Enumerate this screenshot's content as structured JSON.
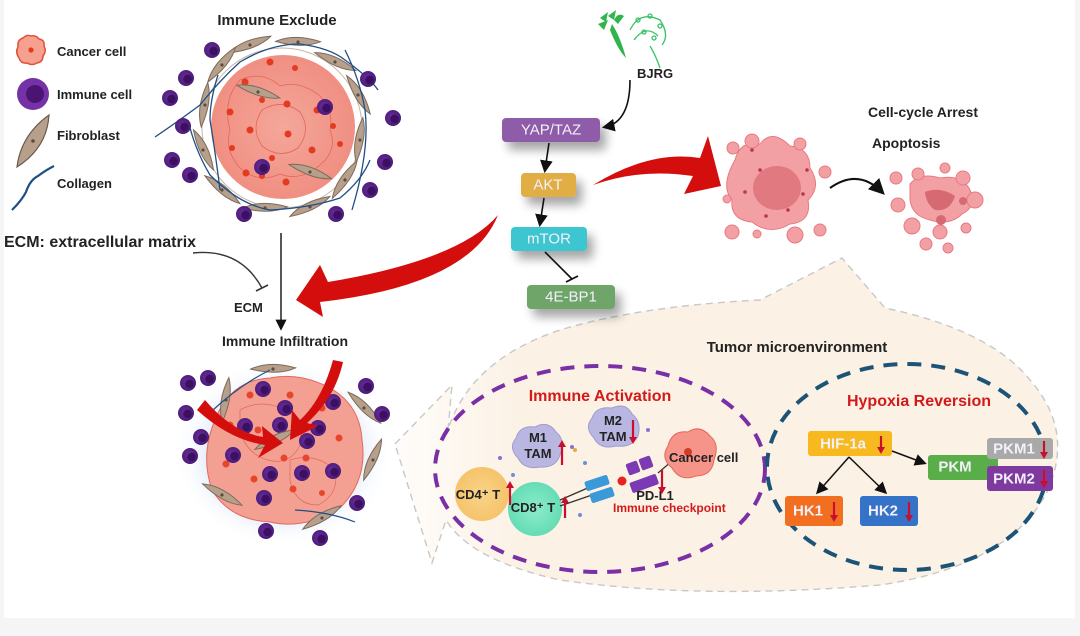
{
  "figure": {
    "legend": {
      "items": [
        {
          "label": "Cancer cell",
          "icon": "cancer-cell-icon"
        },
        {
          "label": "Immune cell",
          "icon": "immune-cell-icon"
        },
        {
          "label": "Fibroblast",
          "icon": "fibroblast-icon"
        },
        {
          "label": "Collagen",
          "icon": "collagen-icon"
        }
      ]
    },
    "immune_exclude_title": "Immune Exclude",
    "ecm_definition": "ECM: extracellular matrix",
    "ecm_label": "ECM",
    "immune_infiltration_title": "Immune Infiltration",
    "drug": {
      "label": "BJRG",
      "icon": "herb-plant-icon"
    },
    "pathway": {
      "nodes": [
        {
          "label": "YAP/TAZ",
          "color": "#8e5ba8"
        },
        {
          "label": "AKT",
          "color": "#e0ae45"
        },
        {
          "label": "mTOR",
          "color": "#3cc6cf"
        },
        {
          "label": "4E-BP1",
          "color": "#6fa56a"
        }
      ]
    },
    "outcomes": {
      "line1": "Cell-cycle Arrest",
      "line2": "Apoptosis"
    },
    "tme": {
      "title": "Tumor microenvironment",
      "immune_activation": {
        "title": "Immune Activation",
        "m1": {
          "line1": "M1",
          "line2": "TAM",
          "trend": "up"
        },
        "m2": {
          "line1": "M2",
          "line2": "TAM",
          "trend": "down"
        },
        "cd4": {
          "label": "CD4⁺ T",
          "trend": "up"
        },
        "cd8": {
          "label": "CD8⁺ T",
          "trend": "up"
        },
        "cancer_cell": "Cancer cell",
        "pdl1": {
          "label": "PD-L1",
          "trend": "down"
        },
        "checkpoint": "Immune checkpoint"
      },
      "hypoxia_reversion": {
        "title": "Hypoxia Reversion",
        "nodes": [
          {
            "label": "HIF-1a",
            "color": "#f7b91e",
            "trend": "down"
          },
          {
            "label": "PKM",
            "color": "#5aae4a"
          },
          {
            "label": "PKM1",
            "color": "#a9a9a9",
            "trend": "down"
          },
          {
            "label": "PKM2",
            "color": "#7f3aa0",
            "trend": "down"
          },
          {
            "label": "HK1",
            "color": "#f26f22",
            "trend": "down"
          },
          {
            "label": "HK2",
            "color": "#3573c8",
            "trend": "down"
          }
        ]
      }
    },
    "colors": {
      "red_arrow": "#d40d0d",
      "immune_dash": "#7a2fa6",
      "hypoxia_dash": "#1c5478",
      "tme_fill": "#fbf1e4",
      "title_red": "#d21a1a"
    }
  }
}
